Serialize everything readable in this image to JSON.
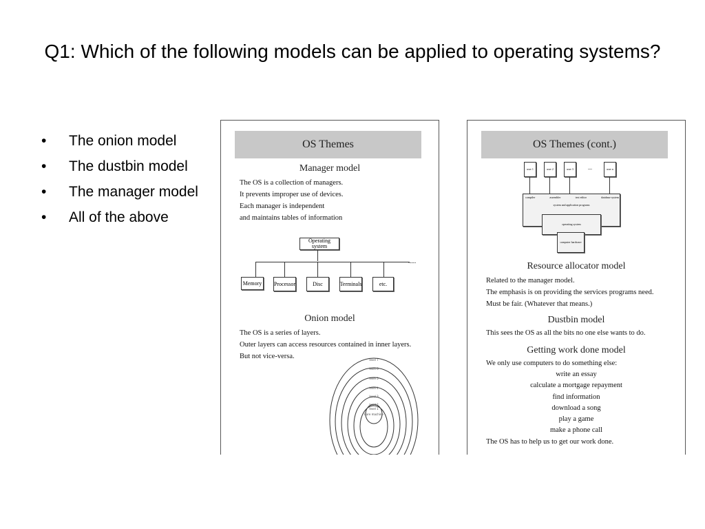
{
  "slide": {
    "title": "Q1: Which of the following models can be applied to operating systems?",
    "options": [
      "The onion model",
      "The dustbin model",
      "The manager model",
      "All of the above"
    ]
  },
  "left_panel": {
    "header": "OS Themes",
    "manager": {
      "heading": "Manager model",
      "lines": [
        "The OS is a collection of managers.",
        "It prevents improper use of devices.",
        "Each manager is independent",
        "and maintains tables of information"
      ],
      "diagram": {
        "root": "Operating system",
        "children": [
          "Memory",
          "Processor",
          "Disc",
          "Terminals",
          "etc."
        ],
        "ellipsis": "....."
      }
    },
    "onion": {
      "heading": "Onion model",
      "lines": [
        "The OS is a series of layers.",
        "Outer layers can access resources contained in inner layers.",
        "But not vice-versa."
      ],
      "layers": [
        "level 7",
        "level 6",
        "level 5",
        "level 4",
        "level 3",
        "level 2",
        "level 1",
        "Bare machine"
      ]
    }
  },
  "right_panel": {
    "header": "OS Themes (cont.)",
    "diagram": {
      "users": [
        "user 1",
        "user 2",
        "user 3",
        "user n"
      ],
      "ellipsis": "...",
      "apps": [
        "compiler",
        "assembler",
        "text editor",
        "database system"
      ],
      "layers": [
        "system and application programs",
        "operating system",
        "computer hardware"
      ]
    },
    "resource": {
      "heading": "Resource allocator model",
      "lines": [
        "Related to the manager model.",
        "The emphasis is on providing the services programs need.",
        "Must be fair. (Whatever that means.)"
      ]
    },
    "dustbin": {
      "heading": "Dustbin model",
      "lines": [
        "This sees the OS as all the bits no one else wants to do."
      ]
    },
    "work": {
      "heading": "Getting work done model",
      "intro": "We only use computers to do something else:",
      "items": [
        "write an essay",
        "calculate a mortgage repayment",
        "find information",
        "download a song",
        "play a game",
        "make a phone call"
      ],
      "outro": "The OS has to help us to get our work done."
    }
  }
}
